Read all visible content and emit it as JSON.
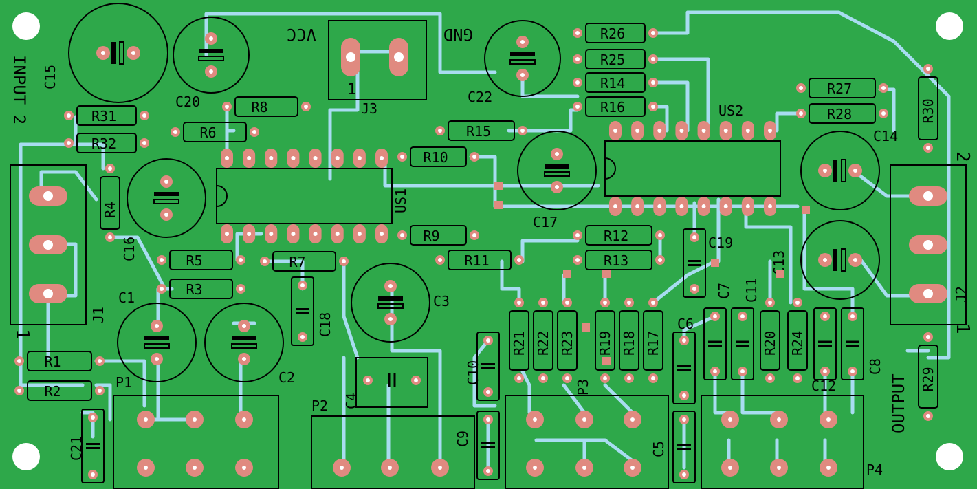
{
  "board": {
    "background_color": "#2ea84a",
    "trace_color": "#a8dcf0",
    "pad_color": "#e08a80"
  },
  "resistors": [
    {
      "id": "R26"
    },
    {
      "id": "R25"
    },
    {
      "id": "R14"
    },
    {
      "id": "R16"
    },
    {
      "id": "R15"
    },
    {
      "id": "R10"
    },
    {
      "id": "R9"
    },
    {
      "id": "R11"
    },
    {
      "id": "R12"
    },
    {
      "id": "R13"
    },
    {
      "id": "R8"
    },
    {
      "id": "R6"
    },
    {
      "id": "R31"
    },
    {
      "id": "R32"
    },
    {
      "id": "R4"
    },
    {
      "id": "R5"
    },
    {
      "id": "R3"
    },
    {
      "id": "R7"
    },
    {
      "id": "R1"
    },
    {
      "id": "R2"
    },
    {
      "id": "R27"
    },
    {
      "id": "R28"
    },
    {
      "id": "R30"
    },
    {
      "id": "R29"
    },
    {
      "id": "R21"
    },
    {
      "id": "R22"
    },
    {
      "id": "R23"
    },
    {
      "id": "R19"
    },
    {
      "id": "R18"
    },
    {
      "id": "R17"
    },
    {
      "id": "R20"
    },
    {
      "id": "R24"
    }
  ],
  "electrolytics": [
    {
      "id": "C15"
    },
    {
      "id": "C20"
    },
    {
      "id": "C22"
    },
    {
      "id": "C17"
    },
    {
      "id": "C16"
    },
    {
      "id": "C14"
    },
    {
      "id": "C13"
    },
    {
      "id": "C1"
    },
    {
      "id": "C2"
    },
    {
      "id": "C3"
    }
  ],
  "ceramics": [
    {
      "id": "C19"
    },
    {
      "id": "C18"
    },
    {
      "id": "C4"
    },
    {
      "id": "C10"
    },
    {
      "id": "C9"
    },
    {
      "id": "C6"
    },
    {
      "id": "C5"
    },
    {
      "id": "C7"
    },
    {
      "id": "C11"
    },
    {
      "id": "C12"
    },
    {
      "id": "C8"
    },
    {
      "id": "C21"
    }
  ],
  "ics": [
    {
      "id": "US1"
    },
    {
      "id": "US2"
    }
  ],
  "connectors": [
    {
      "id": "J1"
    },
    {
      "id": "J2"
    },
    {
      "id": "J3"
    },
    {
      "id": "P1"
    },
    {
      "id": "P2"
    },
    {
      "id": "P3"
    },
    {
      "id": "P4"
    }
  ],
  "labels": {
    "input": "INPUT 2",
    "output": "OUTPUT",
    "vcc": "VCC",
    "gnd": "GND",
    "pin1": "1",
    "pin2": "2"
  }
}
